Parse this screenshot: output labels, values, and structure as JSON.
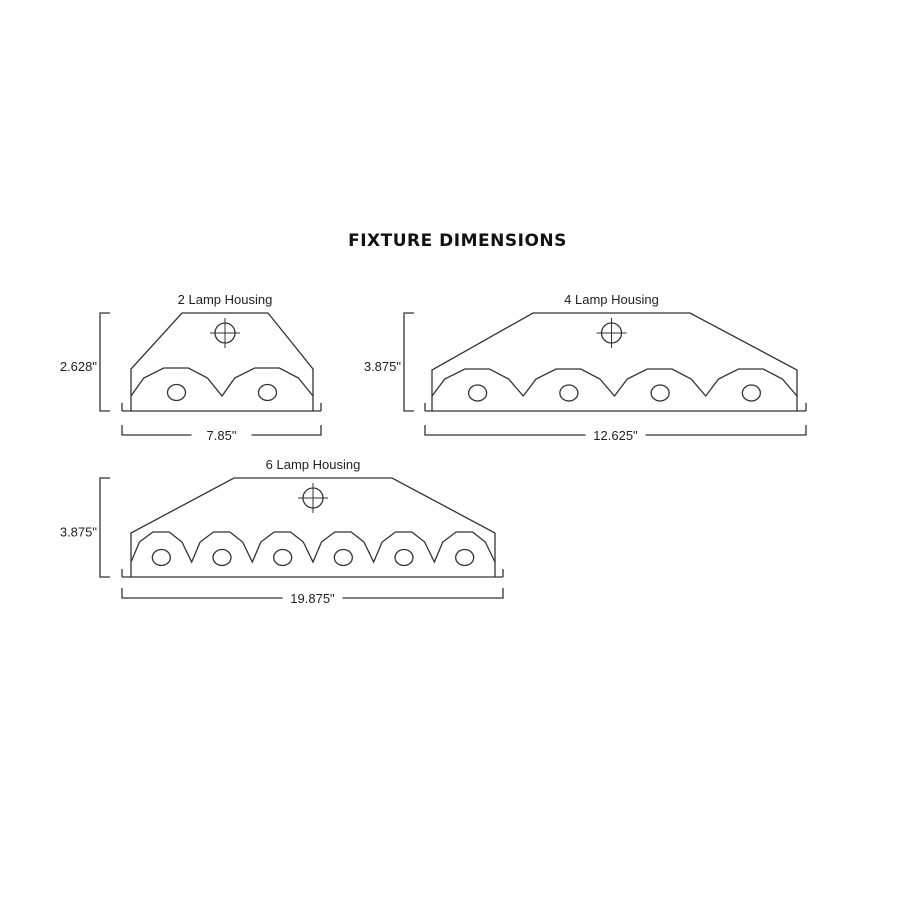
{
  "title": "FIXTURE DIMENSIONS",
  "housings": [
    {
      "label": "2 Lamp Housing",
      "lamps": 2,
      "height": "2.628\"",
      "width": "7.85\""
    },
    {
      "label": "4 Lamp Housing",
      "lamps": 4,
      "height": "3.875\"",
      "width": "12.625\""
    },
    {
      "label": "6 Lamp Housing",
      "lamps": 6,
      "height": "3.875\"",
      "width": "19.875\""
    }
  ],
  "colors": {
    "line": "#333333"
  }
}
